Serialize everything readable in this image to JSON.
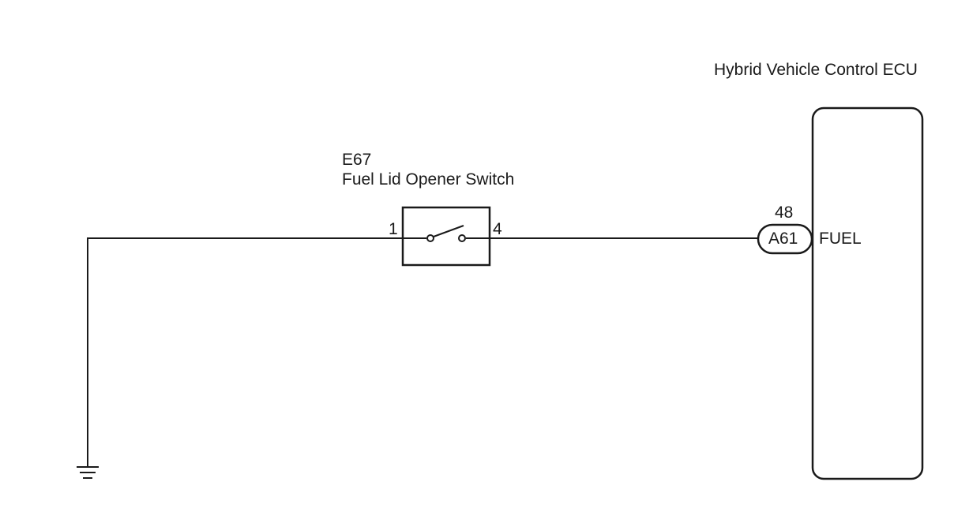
{
  "ecu": {
    "name": "Hybrid Vehicle Control ECU",
    "terminal_name": "FUEL"
  },
  "connector": {
    "code": "A61",
    "pin": "48"
  },
  "switch": {
    "code": "E67",
    "name": "Fuel Lid Opener Switch",
    "pin_left": "1",
    "pin_right": "4"
  },
  "colors": {
    "line": "#1a1a1a",
    "background": "#ffffff"
  }
}
